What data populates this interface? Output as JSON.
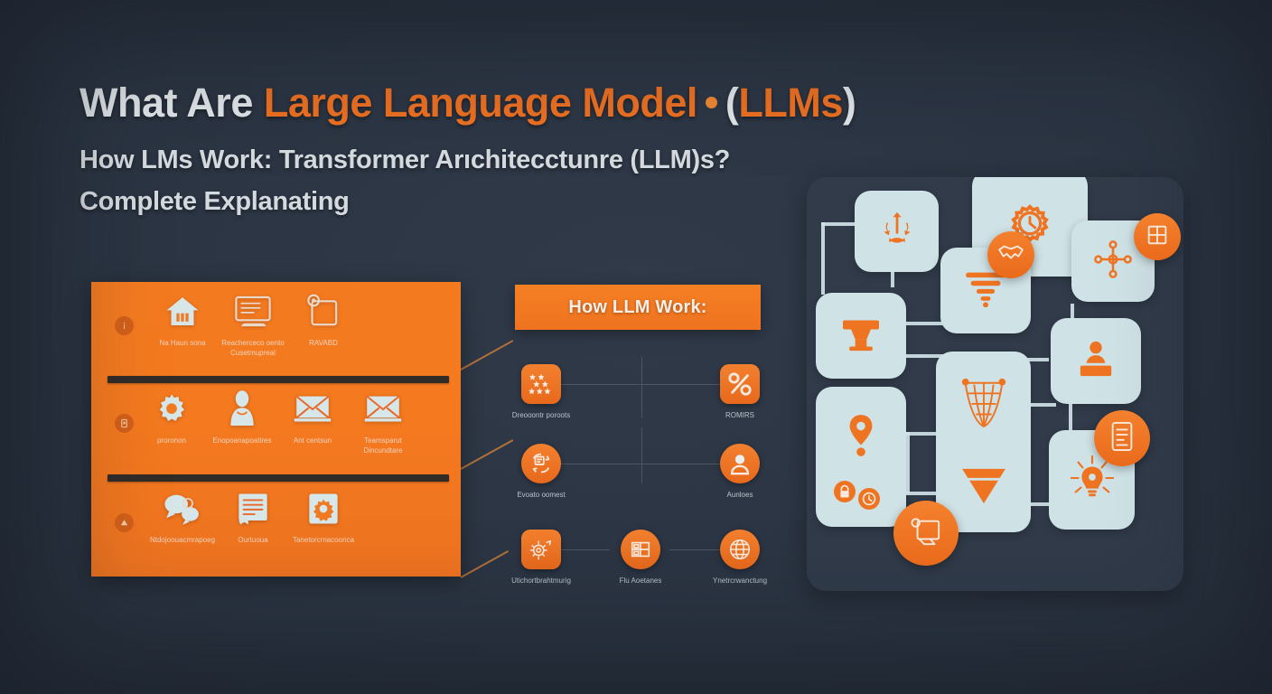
{
  "theme": {
    "background": "#2b3442",
    "accent_orange": "#ef7422",
    "panel_orange": "#f4791f",
    "card_light": "#cfe2e6",
    "text_light": "#e2e7ea",
    "right_panel_bg": "#313b4a",
    "separator_dark": "#322c29"
  },
  "header": {
    "title_part1": "What Are ",
    "title_part2": "Large Language Model",
    "title_paren_open": "(",
    "title_acronym": "LLMs",
    "title_paren_close": ")",
    "subtitle_line1": "How LMs Work: Transformer Arıchitecctunre (LLM)s?",
    "subtitle_line2": "Complete Explanating"
  },
  "left_panel": {
    "rows": [
      {
        "badge_icon": "info-badge-icon",
        "items": [
          {
            "icon": "house-icon",
            "label": "Na Haun sona"
          },
          {
            "icon": "monitor-icon",
            "label": "Reacherceco oento Cusetmupreal"
          },
          {
            "icon": "note-pin-icon",
            "label": "RAVABD"
          }
        ]
      },
      {
        "badge_icon": "document-badge-icon",
        "items": [
          {
            "icon": "gear-icon",
            "label": "proronon"
          },
          {
            "icon": "person-icon",
            "label": "Enopoanapoatires"
          },
          {
            "icon": "envelope-icon",
            "label": "Ant centsun"
          },
          {
            "icon": "envelope-icon",
            "label": "Teamsparut Dincundtare"
          }
        ]
      },
      {
        "badge_icon": "alert-badge-icon",
        "items": [
          {
            "icon": "chat-bubbles-icon",
            "label": "Ntdojoouacmrapoeg"
          },
          {
            "icon": "document-text-icon",
            "label": "Ourtuoua"
          },
          {
            "icon": "clipboard-gear-icon",
            "label": "Tanetorcrnacoonca"
          }
        ]
      }
    ]
  },
  "middle": {
    "banner_label": "How LLM Work:",
    "nodes": [
      {
        "icon": "stars-icon",
        "label": "Dreooontr poroots",
        "shape": "rounded"
      },
      {
        "icon": "percent-icon",
        "label": "ROMIRS",
        "shape": "rounded"
      },
      {
        "icon": "feedback-loop-icon",
        "label": "Evoato oomest",
        "shape": "circle"
      },
      {
        "icon": "user-avatar-icon",
        "label": "Aunloes",
        "shape": "circle"
      },
      {
        "icon": "settings-burst-icon",
        "label": "Utichortbrahtmurig",
        "shape": "rounded"
      },
      {
        "icon": "building-icon",
        "label": "Flu Aoetanes",
        "shape": "circle"
      },
      {
        "icon": "globe-grid-icon",
        "label": "Ynetrcrwanctung",
        "shape": "circle"
      }
    ]
  },
  "right_panel": {
    "cards": [
      {
        "icon": "network-branch-icon"
      },
      {
        "icon": "gear-clock-icon"
      },
      {
        "icon": "node-cross-icon"
      },
      {
        "icon": "funnel-lines-icon"
      },
      {
        "icon": "anvil-icon"
      },
      {
        "icon": "person-podium-icon"
      },
      {
        "icon": "globe-cone-icon"
      },
      {
        "icon": "pin-alert-icon"
      },
      {
        "icon": "lightbulb-icon"
      }
    ],
    "bubbles": [
      {
        "icon": "handshake-icon"
      },
      {
        "icon": "window-grid-icon"
      },
      {
        "icon": "document-lines-icon"
      },
      {
        "icon": "screen-share-icon"
      },
      {
        "icon": "lock-icon"
      },
      {
        "icon": "clock-small-icon"
      }
    ]
  }
}
